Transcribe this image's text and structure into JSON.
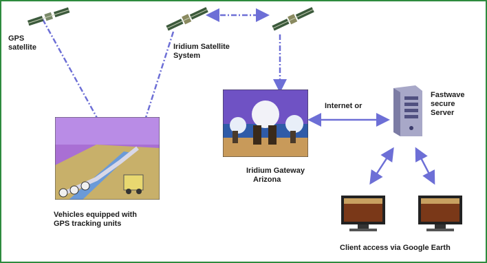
{
  "labels": {
    "gps_satellite_line1": "GPS",
    "gps_satellite_line2": "satellite",
    "iridium_system_line1": "Iridium Satellite",
    "iridium_system_line2": "System",
    "internet": "Internet or",
    "server_line1": "Fastwave",
    "server_line2": "secure",
    "server_line3": "Server",
    "gateway_line1": "Iridium Gateway",
    "gateway_line2": "Arizona",
    "vehicles_line1": "Vehicles equipped with",
    "vehicles_line2": "GPS tracking units",
    "client_access": "Client access via Google Earth"
  },
  "colors": {
    "border": "#2e8b3e",
    "link": "#6d6fd6",
    "text": "#1c1c1c"
  },
  "icons": [
    "gps-satellite-icon",
    "iridium-satellite-icon",
    "iridium-satellite-icon",
    "vehicle-photo",
    "gateway-photo",
    "server-icon",
    "monitor-icon",
    "monitor-icon"
  ]
}
